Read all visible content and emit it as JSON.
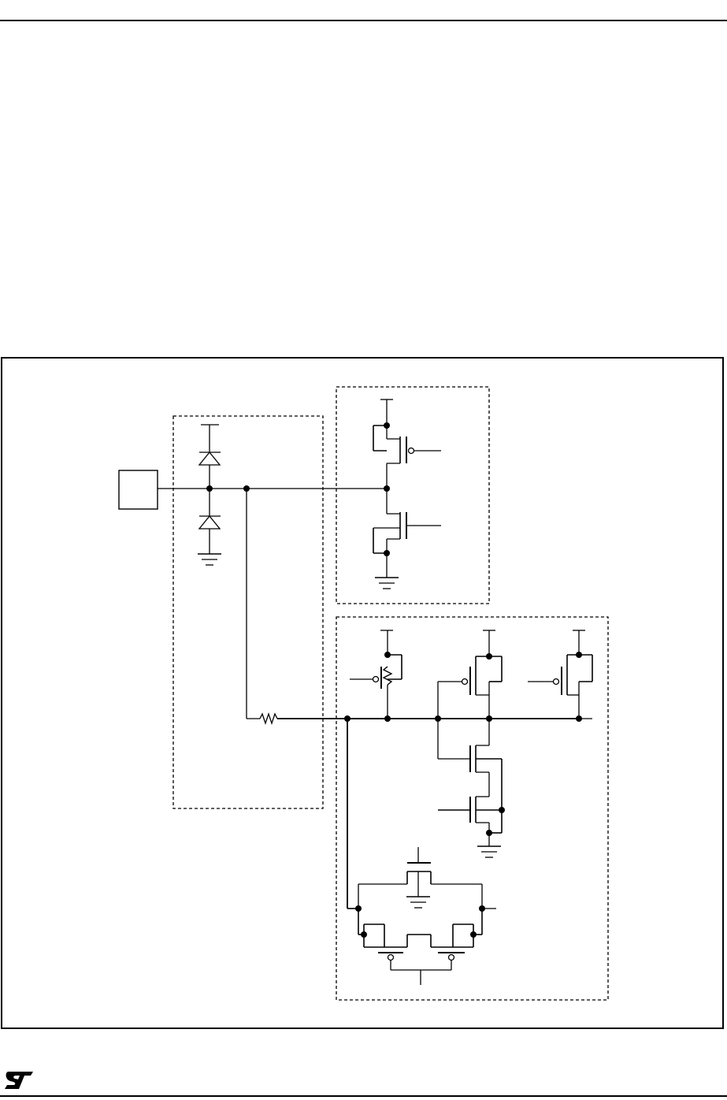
{
  "page": {
    "header_rule": true,
    "footer_rule": true
  },
  "footer": {
    "logo": "st-logo",
    "logo_text": "ST"
  },
  "figure": {
    "frame": true,
    "blocks": [
      {
        "id": "esd-protection"
      },
      {
        "id": "output-stage"
      },
      {
        "id": "input-stage"
      }
    ],
    "components": [
      "io-pad",
      "esd-diode-vdd",
      "esd-diode-vss",
      "series-resistor",
      "output-pmos",
      "output-nmos",
      "pullup-pmos",
      "inverter-pmos",
      "inverter-nmos",
      "enable-nmos",
      "feedback-pmos",
      "analog-switch-nmos",
      "analog-switch-pmos-left",
      "analog-switch-pmos-right"
    ]
  },
  "colors": {
    "line": "#000000",
    "background": "#ffffff"
  }
}
